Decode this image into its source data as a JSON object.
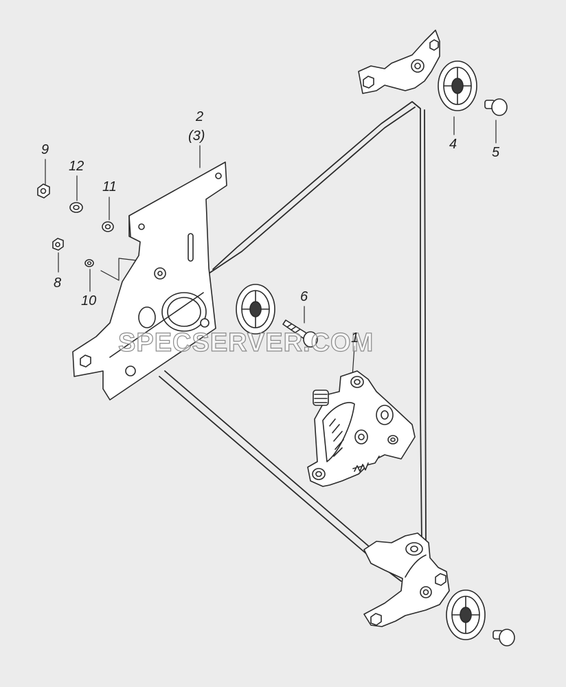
{
  "diagram": {
    "watermark": "SPECSERVER.COM",
    "callouts": [
      {
        "id": "c1",
        "text": "1"
      },
      {
        "id": "c2",
        "text": "2"
      },
      {
        "id": "c3",
        "text": "(3)"
      },
      {
        "id": "c4",
        "text": "4"
      },
      {
        "id": "c5",
        "text": "5"
      },
      {
        "id": "c6",
        "text": "6"
      },
      {
        "id": "c8",
        "text": "8"
      },
      {
        "id": "c9",
        "text": "9"
      },
      {
        "id": "c10",
        "text": "10"
      },
      {
        "id": "c11",
        "text": "11"
      },
      {
        "id": "c12",
        "text": "12"
      }
    ]
  }
}
